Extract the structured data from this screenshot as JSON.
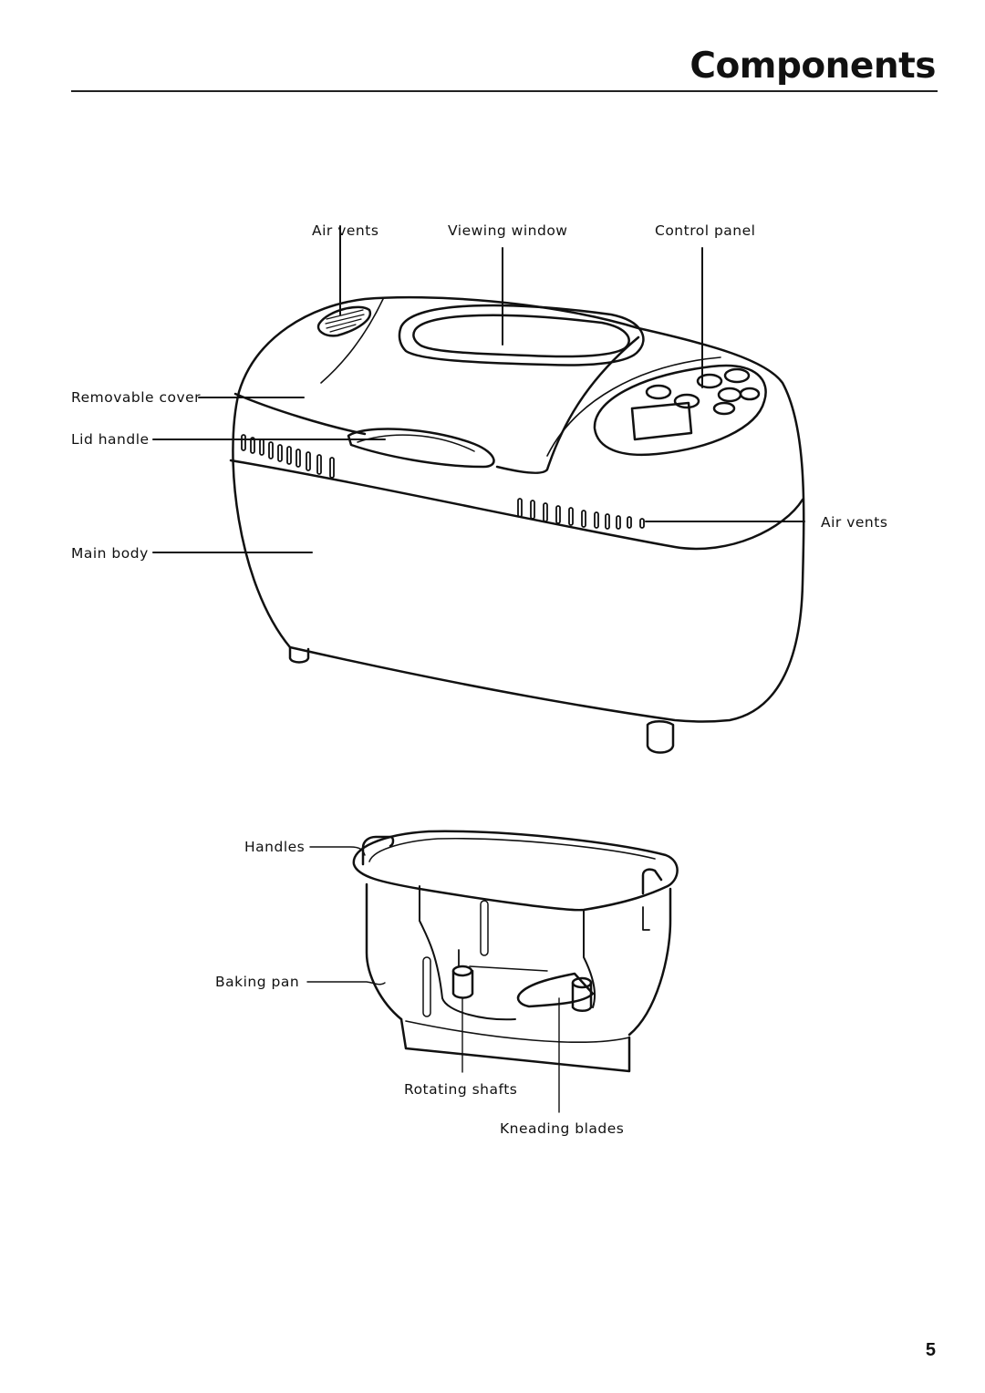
{
  "page": {
    "title": "Components",
    "page_number": "5"
  },
  "machine_labels": {
    "air_vents_top": "Air vents",
    "viewing_window": "Viewing window",
    "control_panel": "Control panel",
    "removable_cover": "Removable cover",
    "lid_handle": "Lid handle",
    "air_vents_side": "Air vents",
    "main_body": "Main body"
  },
  "pan_labels": {
    "handles": "Handles",
    "baking_pan": "Baking pan",
    "rotating_shafts": "Rotating shafts",
    "kneading_blades": "Kneading blades"
  }
}
